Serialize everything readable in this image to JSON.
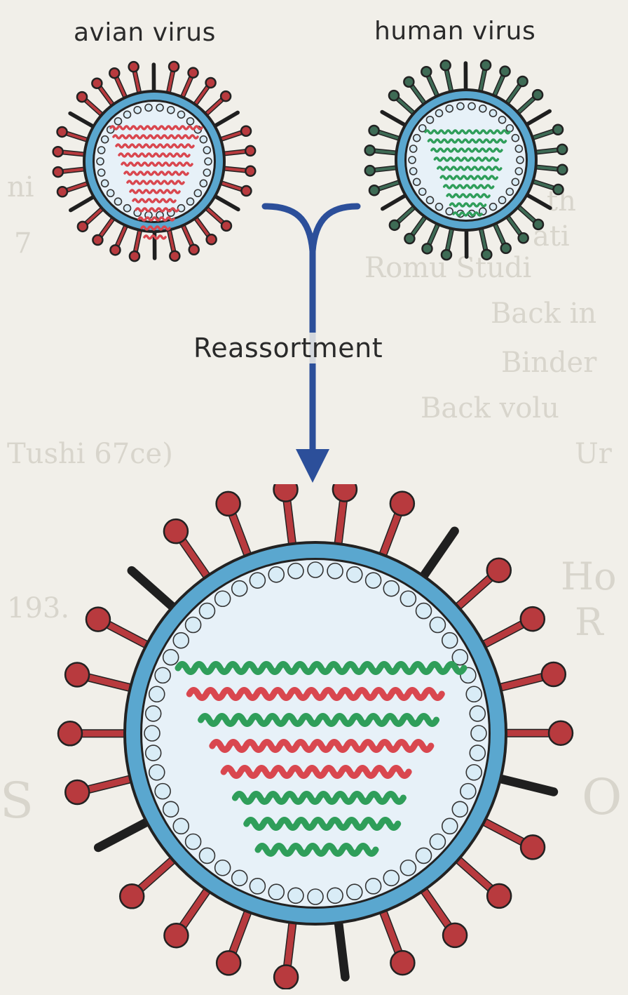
{
  "labels": {
    "avian": "avian virus",
    "human": "human virus",
    "process": "Reassortment"
  },
  "colors": {
    "background": "#f1efe9",
    "avian_rna": "#d9474f",
    "human_rna": "#2f9e5a",
    "spike_avian": "#b83a3e",
    "spike_human": "#3e6b55",
    "membrane": "#5aa7cf",
    "arrow": "#2c4f9a"
  },
  "reassortant_segments": [
    "green",
    "red",
    "green",
    "red",
    "red",
    "green",
    "green",
    "green"
  ]
}
